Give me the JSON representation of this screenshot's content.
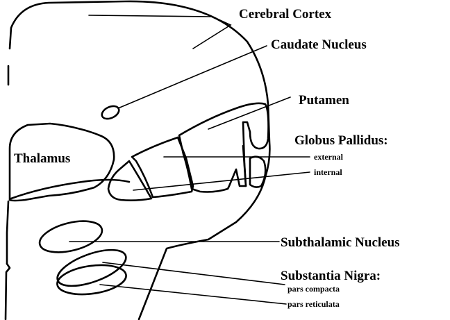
{
  "labels": {
    "cerebral_cortex": "Cerebral Cortex",
    "caudate_nucleus": "Caudate Nucleus",
    "putamen": "Putamen",
    "globus_pallidus": "Globus Pallidus:",
    "gp_external": "external",
    "gp_internal": "internal",
    "thalamus": "Thalamus",
    "subthalamic_nucleus": "Subthalamic Nucleus",
    "substantia_nigra": "Substantia Nigra:",
    "sn_pars_compacta": "pars compacta",
    "sn_pars_reticulata": "pars reticulata"
  }
}
